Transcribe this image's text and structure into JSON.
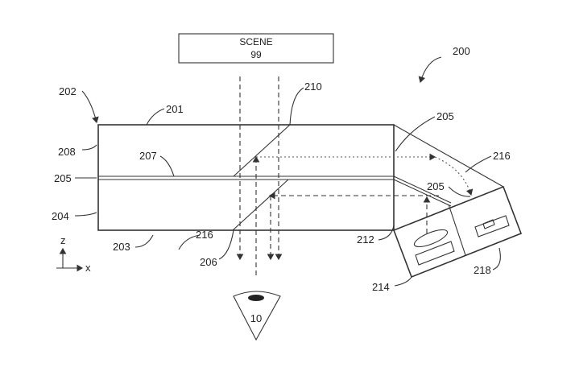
{
  "scene_box": {
    "line1": "SCENE",
    "line2": "99"
  },
  "eye_label": "10",
  "ref_labels": {
    "r200": "200",
    "r202": "202",
    "r201": "201",
    "r210": "210",
    "r205_top": "205",
    "r208": "208",
    "r207": "207",
    "r216_right": "216",
    "r205_left": "205",
    "r205_proj": "205",
    "r204": "204",
    "r203": "203",
    "r216_bottom": "216",
    "r212": "212",
    "r206": "206",
    "r214": "214",
    "r218": "218"
  },
  "axes": {
    "z": "z",
    "x": "x"
  }
}
